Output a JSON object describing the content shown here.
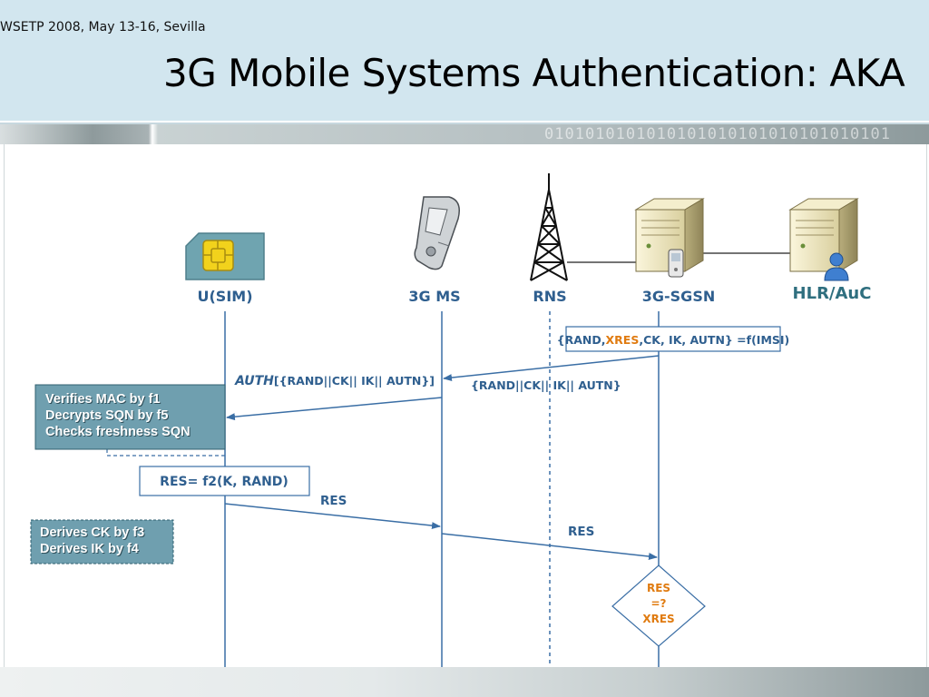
{
  "footer": {
    "text": "WSETP 2008, May 13-16, Sevilla"
  },
  "slide": {
    "title": "3G Mobile Systems Authentication: AKA"
  },
  "header_band": {
    "binary": "0101010101010101010101010101010101"
  },
  "colors": {
    "header_bg": "#d2e6ef",
    "label_blue": "#2f5f8f",
    "line_blue": "#3a6ea5",
    "box_teal": "#6f9faf",
    "xres_orange": "#e07b10",
    "hlr_teal": "#2f6f7f"
  },
  "entities": {
    "usim": {
      "label": "U(SIM)",
      "icon": "sim-card-icon"
    },
    "ms": {
      "label": "3G MS",
      "icon": "mobile-phone-icon"
    },
    "rns": {
      "label": "RNS",
      "icon": "radio-tower-icon"
    },
    "sgsn": {
      "label": "3G-SGSN",
      "icon": "server-icon"
    },
    "hlr": {
      "label": "HLR/AuC",
      "icon": "server-user-icon"
    }
  },
  "messages": {
    "vector_prefix": "{RAND,",
    "vector_xres": "XRES",
    "vector_suffix": ",CK, IK, AUTN} =f(IMSI)",
    "auth_func": "AUTH",
    "auth_args": "[{RAND||CK|| IK|| AUTN}]",
    "rns_forward": "{RAND||CK|| IK|| AUTN}",
    "res_calc": "RES= f2(K, RAND)",
    "res_ms": "RES",
    "res_sgsn": "RES"
  },
  "verify_box": {
    "lines": [
      "Verifies MAC by f1",
      "Decrypts SQN by f5",
      "Checks freshness SQN"
    ]
  },
  "derive_box": {
    "lines": [
      "Derives CK by f3",
      "Derives IK by f4"
    ]
  },
  "decision": {
    "line1": "RES",
    "line2": "=?",
    "line3": "XRES"
  }
}
